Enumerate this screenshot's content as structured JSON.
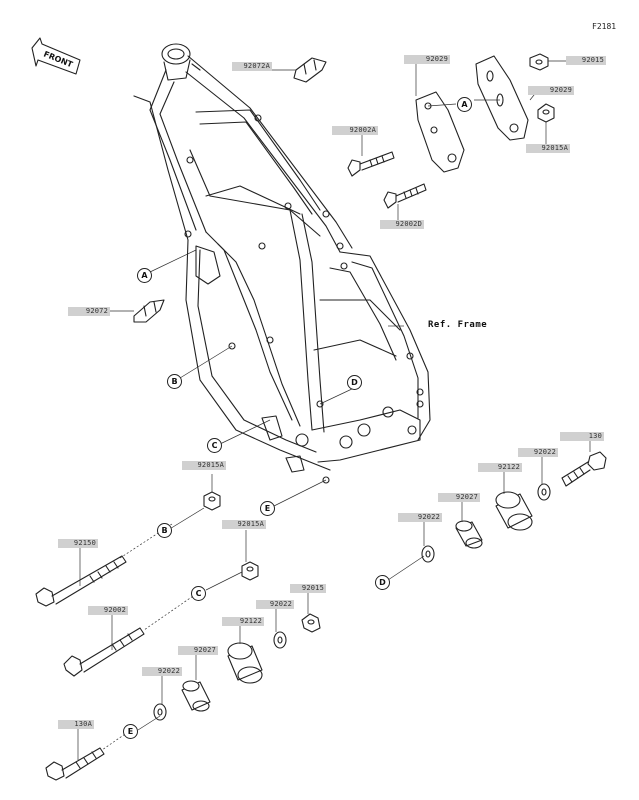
{
  "diagram_id": "F2181",
  "front_label": "FRONT",
  "ref_frame": "Ref. Frame",
  "part_labels": {
    "p92072a": "92072A",
    "p92029_left": "92029",
    "p92015_top": "92015",
    "p92029_right": "92029",
    "p92002a": "92002A",
    "p92015a_top": "92015A",
    "p92002d": "92002D",
    "p92072": "92072",
    "p130": "130",
    "p92022_r1": "92022",
    "p92122_r": "92122",
    "p92027_r": "92027",
    "p92022_r2": "92022",
    "p92015a_mid": "92015A",
    "p92150": "92150",
    "p92015a_lower": "92015A",
    "p92002": "92002",
    "p92015_low": "92015",
    "p92022_low": "92022",
    "p92122_low": "92122",
    "p92027_low": "92027",
    "p92022_bottom": "92022",
    "p130a": "130A"
  },
  "callouts": {
    "a_bracket": "A",
    "a_frame": "A",
    "b_frame": "B",
    "b_bolt": "B",
    "c_frame": "C",
    "c_bolt": "C",
    "d_frame": "D",
    "d_right": "D",
    "e_frame": "E",
    "e_bolt": "E"
  }
}
